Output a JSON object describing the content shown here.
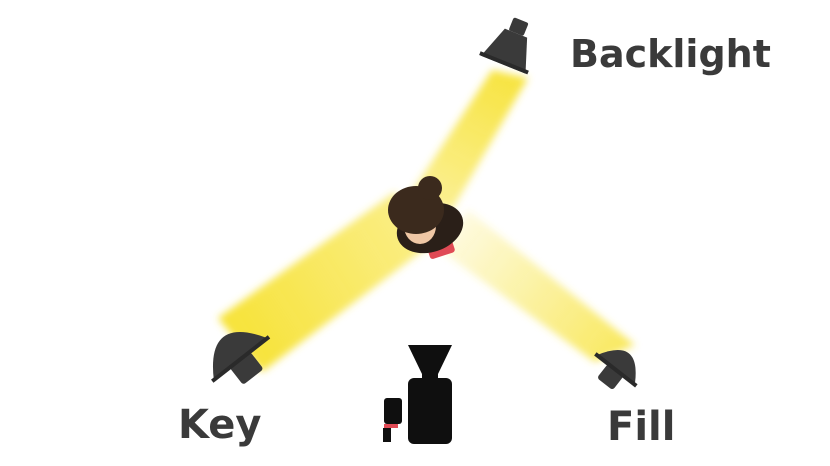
{
  "labels": {
    "backlight": "Backlight",
    "key": "Key",
    "fill": "Fill"
  },
  "colors": {
    "light_beam": "#f7e33a",
    "fixture": "#3a3a3a",
    "text": "#3a3a3a",
    "hair": "#3b2a1d",
    "skin": "#efc7a5",
    "clothing_accent": "#e04a55"
  },
  "icons": {
    "backlight": "spotlight-icon",
    "key": "softbox-icon",
    "fill": "softbox-icon",
    "camera": "camera-icon",
    "subject": "person-top-view-icon"
  }
}
